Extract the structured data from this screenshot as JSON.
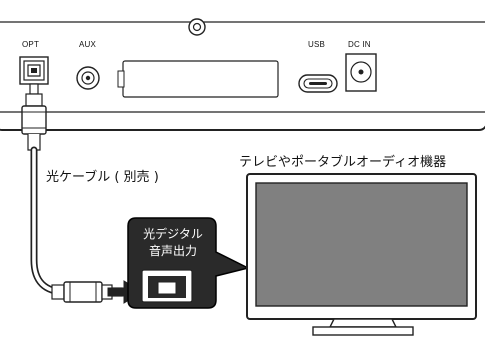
{
  "device_ports": {
    "opt": "OPT",
    "aux": "AUX",
    "usb": "USB",
    "dc_in": "DC IN"
  },
  "cable_label": "光ケーブル ( 別売 )",
  "tv_label": "テレビやポータブルオーディオ機器",
  "callout": {
    "line1": "光デジタル",
    "line2": "音声出力"
  }
}
